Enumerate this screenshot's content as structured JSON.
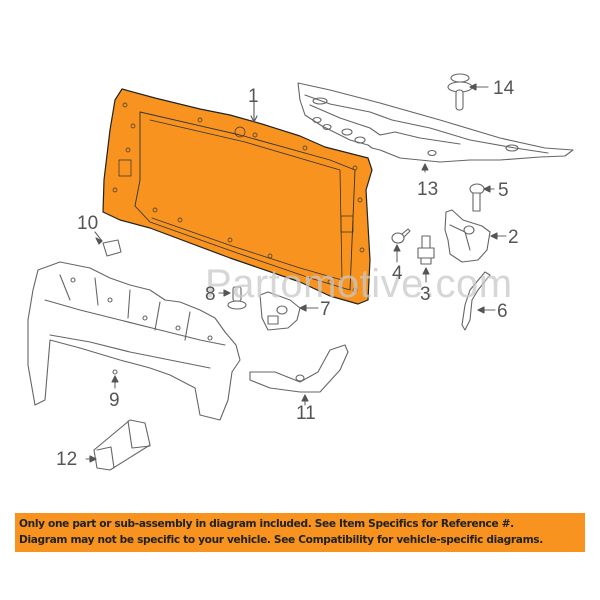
{
  "diagram": {
    "type": "exploded auto parts diagram",
    "highlight_color": "#f7931e",
    "line_color": "#555555",
    "highlighted_part": "1",
    "callouts": [
      {
        "id": "1",
        "label": "1",
        "part": "radiator support panel (highlighted)"
      },
      {
        "id": "2",
        "label": "2",
        "part": "bracket"
      },
      {
        "id": "3",
        "label": "3",
        "part": "clip"
      },
      {
        "id": "4",
        "label": "4",
        "part": "screw"
      },
      {
        "id": "5",
        "label": "5",
        "part": "bolt"
      },
      {
        "id": "6",
        "label": "6",
        "part": "side bracket"
      },
      {
        "id": "7",
        "label": "7",
        "part": "mount bracket"
      },
      {
        "id": "8",
        "label": "8",
        "part": "bolt"
      },
      {
        "id": "9",
        "label": "9",
        "part": "lower frame support"
      },
      {
        "id": "10",
        "label": "10",
        "part": "nut/clip"
      },
      {
        "id": "11",
        "label": "11",
        "part": "brace"
      },
      {
        "id": "12",
        "label": "12",
        "part": "crush box"
      },
      {
        "id": "13",
        "label": "13",
        "part": "upper cover"
      },
      {
        "id": "14",
        "label": "14",
        "part": "push clip"
      }
    ]
  },
  "watermark": "Partomotive.com",
  "banner": {
    "line1": "Only one part or sub-assembly in diagram included. See Item Specifics for Reference #.",
    "line2": "Diagram may not be specific to your vehicle. See Compatibility for vehicle-specific diagrams.",
    "background": "#f7931e"
  }
}
